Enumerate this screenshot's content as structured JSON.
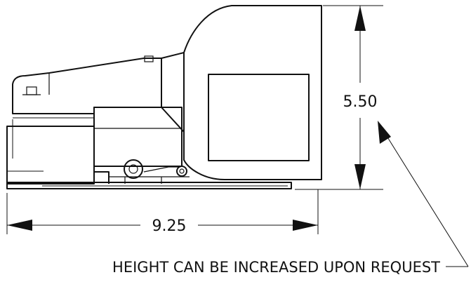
{
  "dimensions": {
    "width_label": "9.25",
    "height_label": "5.50"
  },
  "note": {
    "text": "HEIGHT CAN BE INCREASED UPON REQUEST"
  }
}
